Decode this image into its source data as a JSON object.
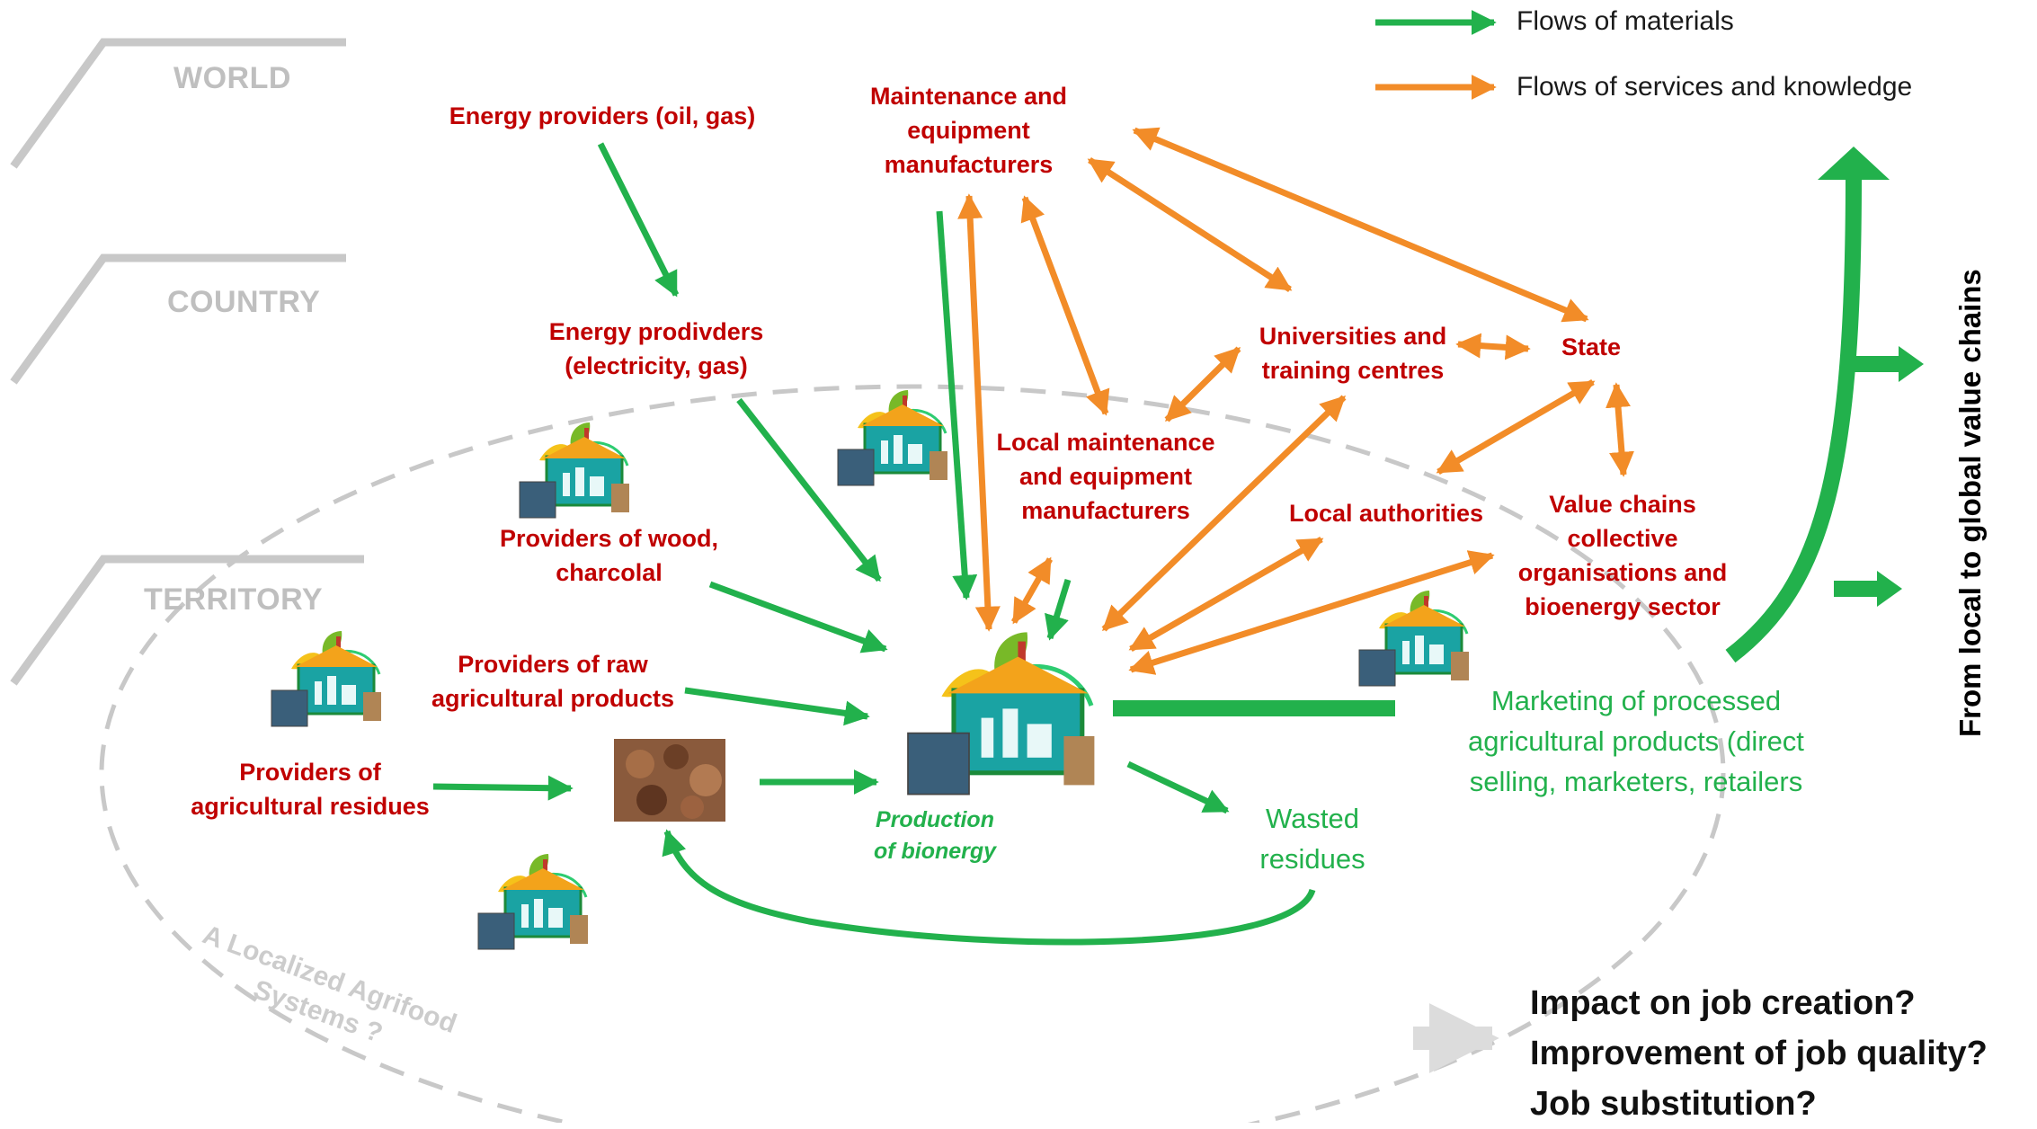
{
  "levels": {
    "world": "WORLD",
    "country": "COUNTRY",
    "territory": "TERRITORY"
  },
  "legend": {
    "materials": "Flows of materials",
    "services": "Flows of services and knowledge"
  },
  "colors": {
    "materials": "#22b14c",
    "services": "#f28c28",
    "actors": "#c00000",
    "levels": "#bfbfbf"
  },
  "actors": {
    "energy_oil_gas": "Energy providers (oil, gas)",
    "maintenance_1": "Maintenance and",
    "maintenance_2": "equipment",
    "maintenance_3": "manufacturers",
    "energy_elec_1": "Energy prodivders",
    "energy_elec_2": "(electricity, gas)",
    "universities_1": "Universities and",
    "universities_2": "training centres",
    "state": "State",
    "local_maint_1": "Local maintenance",
    "local_maint_2": "and equipment",
    "local_maint_3": "manufacturers",
    "local_auth": "Local authorities",
    "value_chains_1": "Value chains",
    "value_chains_2": "collective",
    "value_chains_3": "organisations and",
    "value_chains_4": "bioenergy sector",
    "wood_1": "Providers of wood,",
    "wood_2": "charcolal",
    "raw_1": "Providers of raw",
    "raw_2": "agricultural products",
    "residues_1": "Providers of",
    "residues_2": "agricultural residues"
  },
  "outputs": {
    "marketing_1": "Marketing of processed",
    "marketing_2": "agricultural products (direct",
    "marketing_3": "selling, marketers, retailers",
    "wasted_1": "Wasted",
    "wasted_2": "residues",
    "production_1": "Production",
    "production_2": "of bionergy"
  },
  "lafs": {
    "line1": "A Localized Agrifood",
    "line2": "Systems ?"
  },
  "vertical_label": "From local to global value chains",
  "questions": {
    "q1": "Impact on job creation?",
    "q2": "Improvement of job quality?",
    "q3": "Job substitution?"
  }
}
